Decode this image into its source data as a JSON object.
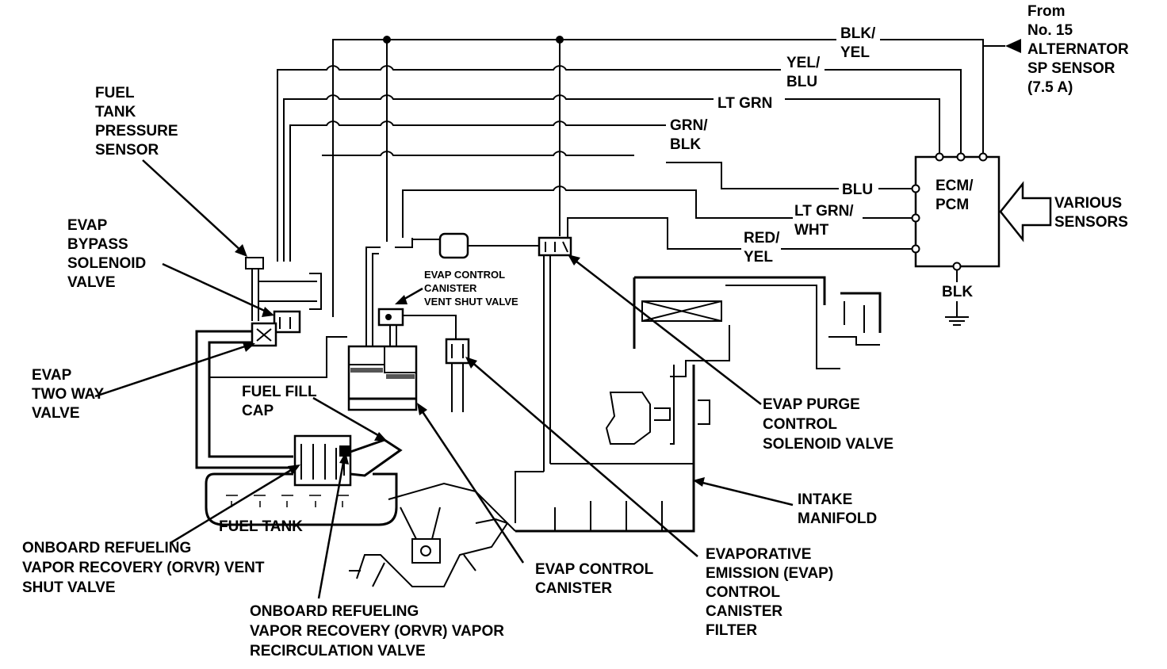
{
  "labels": {
    "from_source": [
      "From",
      "No. 15",
      "ALTERNATOR",
      "SP SENSOR",
      "(7.5 A)"
    ],
    "wire_blk_yel": [
      "BLK/",
      "YEL"
    ],
    "wire_yel_blu": [
      "YEL/",
      "BLU"
    ],
    "wire_lt_grn": "LT GRN",
    "wire_grn_blk": [
      "GRN/",
      "BLK"
    ],
    "wire_blu": "BLU",
    "wire_lt_grn_wht": [
      "LT GRN/",
      "WHT"
    ],
    "wire_red_yel": [
      "RED/",
      "YEL"
    ],
    "ground_blk": "BLK",
    "ecm_pcm": [
      "ECM/",
      "PCM"
    ],
    "various_sensors": [
      "VARIOUS",
      "SENSORS"
    ],
    "fuel_tank_pressure_sensor": [
      "FUEL",
      "TANK",
      "PRESSURE",
      "SENSOR"
    ],
    "evap_bypass_solenoid_valve": [
      "EVAP",
      "BYPASS",
      "SOLENOID",
      "VALVE"
    ],
    "evap_two_way_valve": [
      "EVAP",
      "TWO WAY",
      "VALVE"
    ],
    "fuel_fill_cap": [
      "FUEL FILL",
      "CAP"
    ],
    "fuel_tank": "FUEL TANK",
    "canister_vent_shut_valve": [
      "EVAP CONTROL",
      "CANISTER",
      "VENT SHUT VALVE"
    ],
    "evap_purge_control_solenoid_valve": [
      "EVAP PURGE",
      "CONTROL",
      "SOLENOID VALVE"
    ],
    "intake_manifold": [
      "INTAKE",
      "MANIFOLD"
    ],
    "evap_canister_filter": [
      "EVAPORATIVE",
      "EMISSION (EVAP)",
      "CONTROL",
      "CANISTER",
      "FILTER"
    ],
    "evap_control_canister": [
      "EVAP CONTROL",
      "CANISTER"
    ],
    "orvr_vent_shut_valve": [
      "ONBOARD REFUELING",
      "VAPOR RECOVERY (ORVR) VENT",
      "SHUT VALVE"
    ],
    "orvr_vapor_recirculation_valve": [
      "ONBOARD REFUELING",
      "VAPOR RECOVERY (ORVR) VAPOR",
      "RECIRCULATION VALVE"
    ]
  }
}
